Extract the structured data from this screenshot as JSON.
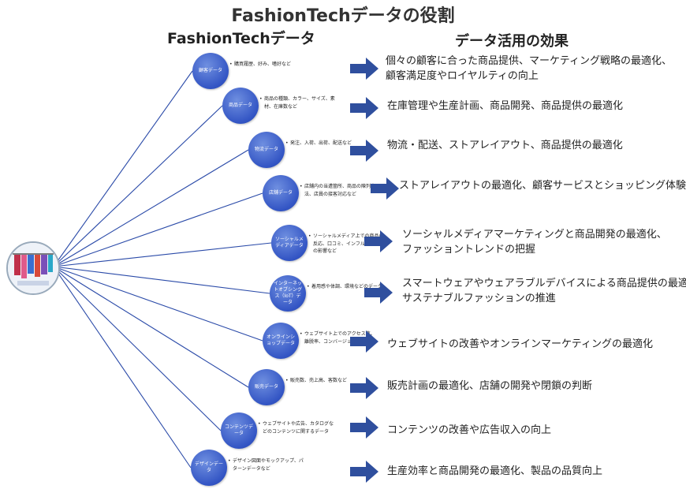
{
  "title": "FashionTechデータの役割",
  "left_heading": "FashionTechデータ",
  "right_heading": "データ活用の効果",
  "colors": {
    "node": "#3355c4",
    "arrow": "#2f4f9e",
    "line": "#2a4aa8"
  },
  "items": [
    {
      "node": "顧客データ",
      "detail": "購買履歴、好み、嗜好など",
      "effect": [
        "個々の顧客に合った商品提供、マーケティング戦略の最適化、",
        "顧客満足度やロイヤルティの向上"
      ]
    },
    {
      "node": "商品データ",
      "detail": "商品の種類、カラー、サイズ、素材、在庫数など",
      "effect": [
        "在庫管理や生産計画、商品開発、商品提供の最適化"
      ]
    },
    {
      "node": "物流データ",
      "detail": "発注、入荷、出荷、配送など",
      "effect": [
        "物流・配送、ストアレイアウト、商品提供の最適化"
      ]
    },
    {
      "node": "店舗データ",
      "detail": "店舗内の当遭箇所、商品の陳列方法、店員の接客対応など",
      "effect": [
        "ストアレイアウトの最適化、顧客サービスとショッピング体験の向上"
      ]
    },
    {
      "node": "ソーシャルメディアデータ",
      "detail": "ソーシャルメディア上での商品の反応、口コミ、インフルエンサーの影響など",
      "effect": [
        "ソーシャルメディアマーケティングと商品開発の最適化、",
        "ファッショントレンドの把握"
      ]
    },
    {
      "node": "インターネットオブシングス（IoT）データ",
      "detail": "着用感や体調、環境などのデータ",
      "effect": [
        "スマートウェアやウェアラブルデバイスによる商品提供の最適化、",
        "サステナブルファッションの推進"
      ]
    },
    {
      "node": "オンラインショップデータ",
      "detail": "ウェブサイト上でのアクセス数、離脱率、コンバージョン率など",
      "effect": [
        "ウェブサイトの改善やオンラインマーケティングの最適化"
      ]
    },
    {
      "node": "販売データ",
      "detail": "販売数、売上高、客数など",
      "effect": [
        "販売計画の最適化、店舗の開発や閉鎖の判断"
      ]
    },
    {
      "node": "コンテンツデータ",
      "detail": "ウェブサイトや広告、カタログなどのコンテンツに関するデータ",
      "effect": [
        "コンテンツの改善や広告収入の向上"
      ]
    },
    {
      "node": "デザインデータ",
      "detail": "デザイン図面やモックアップ、パターンデータなど",
      "effect": [
        "生産効率と商品開発の最適化、製品の品質向上"
      ]
    }
  ]
}
